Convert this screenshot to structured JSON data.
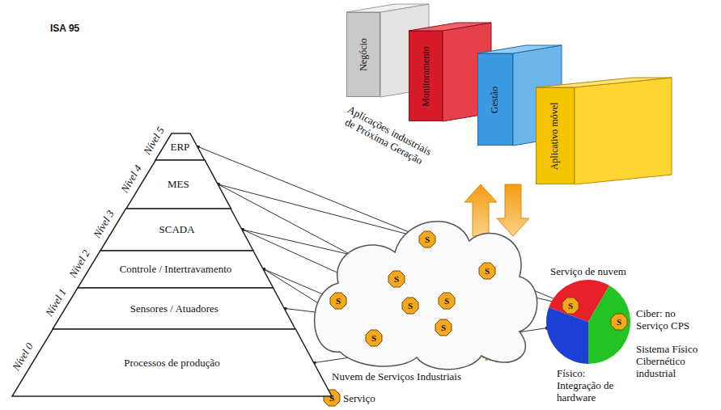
{
  "diagram": {
    "nodes": [
      {
        "text": [
          "ERP"
        ]
      },
      {
        "text": [
          "MES"
        ]
      },
      {
        "text": [
          "SCADA"
        ]
      },
      {
        "text": [
          "Controle / Intertravamento"
        ]
      },
      {
        "text": [
          "Sensores / Atuadores"
        ]
      },
      {
        "text": [
          "Processos de produção"
        ]
      },
      {
        "text": [
          "Negócio"
        ]
      },
      {
        "text": [
          "Monitoramento"
        ]
      },
      {
        "text": [
          "Gestão"
        ]
      },
      {
        "text": [
          "Aplicativo móvel"
        ]
      },
      {
        "text": [
          "Nuvem de Serviços Industriais"
        ]
      },
      {
        "text": [
          "S"
        ],
        "in": 10
      },
      {
        "text": [
          "S"
        ],
        "in": 10
      },
      {
        "text": [
          "S"
        ],
        "in": 10
      },
      {
        "text": [
          "S"
        ],
        "in": 10
      },
      {
        "text": [
          "S"
        ],
        "in": 10
      },
      {
        "text": [
          "S"
        ],
        "in": 10
      },
      {
        "text": [
          "S"
        ],
        "in": 10
      },
      {
        "text": [
          "S"
        ],
        "in": 10
      },
      {
        "text": [
          "Serviço de nuvem"
        ]
      },
      {
        "text": [
          "S"
        ],
        "in": 19
      },
      {
        "text": [
          "S"
        ],
        "in": 19
      }
    ],
    "edges": [
      {
        "from": 0,
        "to": 11,
        "arrow": "none"
      },
      {
        "from": 1,
        "to": 11,
        "arrow": "none"
      },
      {
        "from": 1,
        "to": 12,
        "arrow": "none"
      },
      {
        "from": 2,
        "to": 15,
        "arrow": "none"
      },
      {
        "from": 2,
        "to": 20,
        "arrow": "none"
      },
      {
        "from": 3,
        "to": 14,
        "arrow": "none"
      },
      {
        "from": 3,
        "to": 16,
        "arrow": "none"
      },
      {
        "from": 4,
        "to": 17,
        "arrow": "none"
      },
      {
        "from": 5,
        "to": 19,
        "arrow": "none"
      },
      {
        "from": 11,
        "to": 13,
        "arrow": "none"
      },
      {
        "from": 12,
        "to": 15,
        "arrow": "none"
      },
      {
        "from": 14,
        "to": 15,
        "arrow": "none"
      },
      {
        "from": 16,
        "to": 17,
        "arrow": "none"
      },
      {
        "from": 17,
        "to": 13,
        "arrow": "none"
      },
      {
        "from": 15,
        "to": 18,
        "arrow": "none"
      },
      {
        "from": 18,
        "to": 13,
        "arrow": "none"
      },
      {
        "from": 13,
        "to": 20,
        "arrow": "none"
      }
    ],
    "labels": [
      "ISA 95",
      "Nível 5",
      "Nível 4",
      "Nível 3",
      "Nível 2",
      "Nível 1",
      "Nível 0",
      "Aplicações industriais de Próxima Geração",
      "Ciber: no Serviço CPS",
      "Sistema Físico Cibernético industrial",
      "Físico: Integração de hardware",
      "S"
    ],
    "legend": [
      {
        "text": "Serviço"
      }
    ]
  }
}
